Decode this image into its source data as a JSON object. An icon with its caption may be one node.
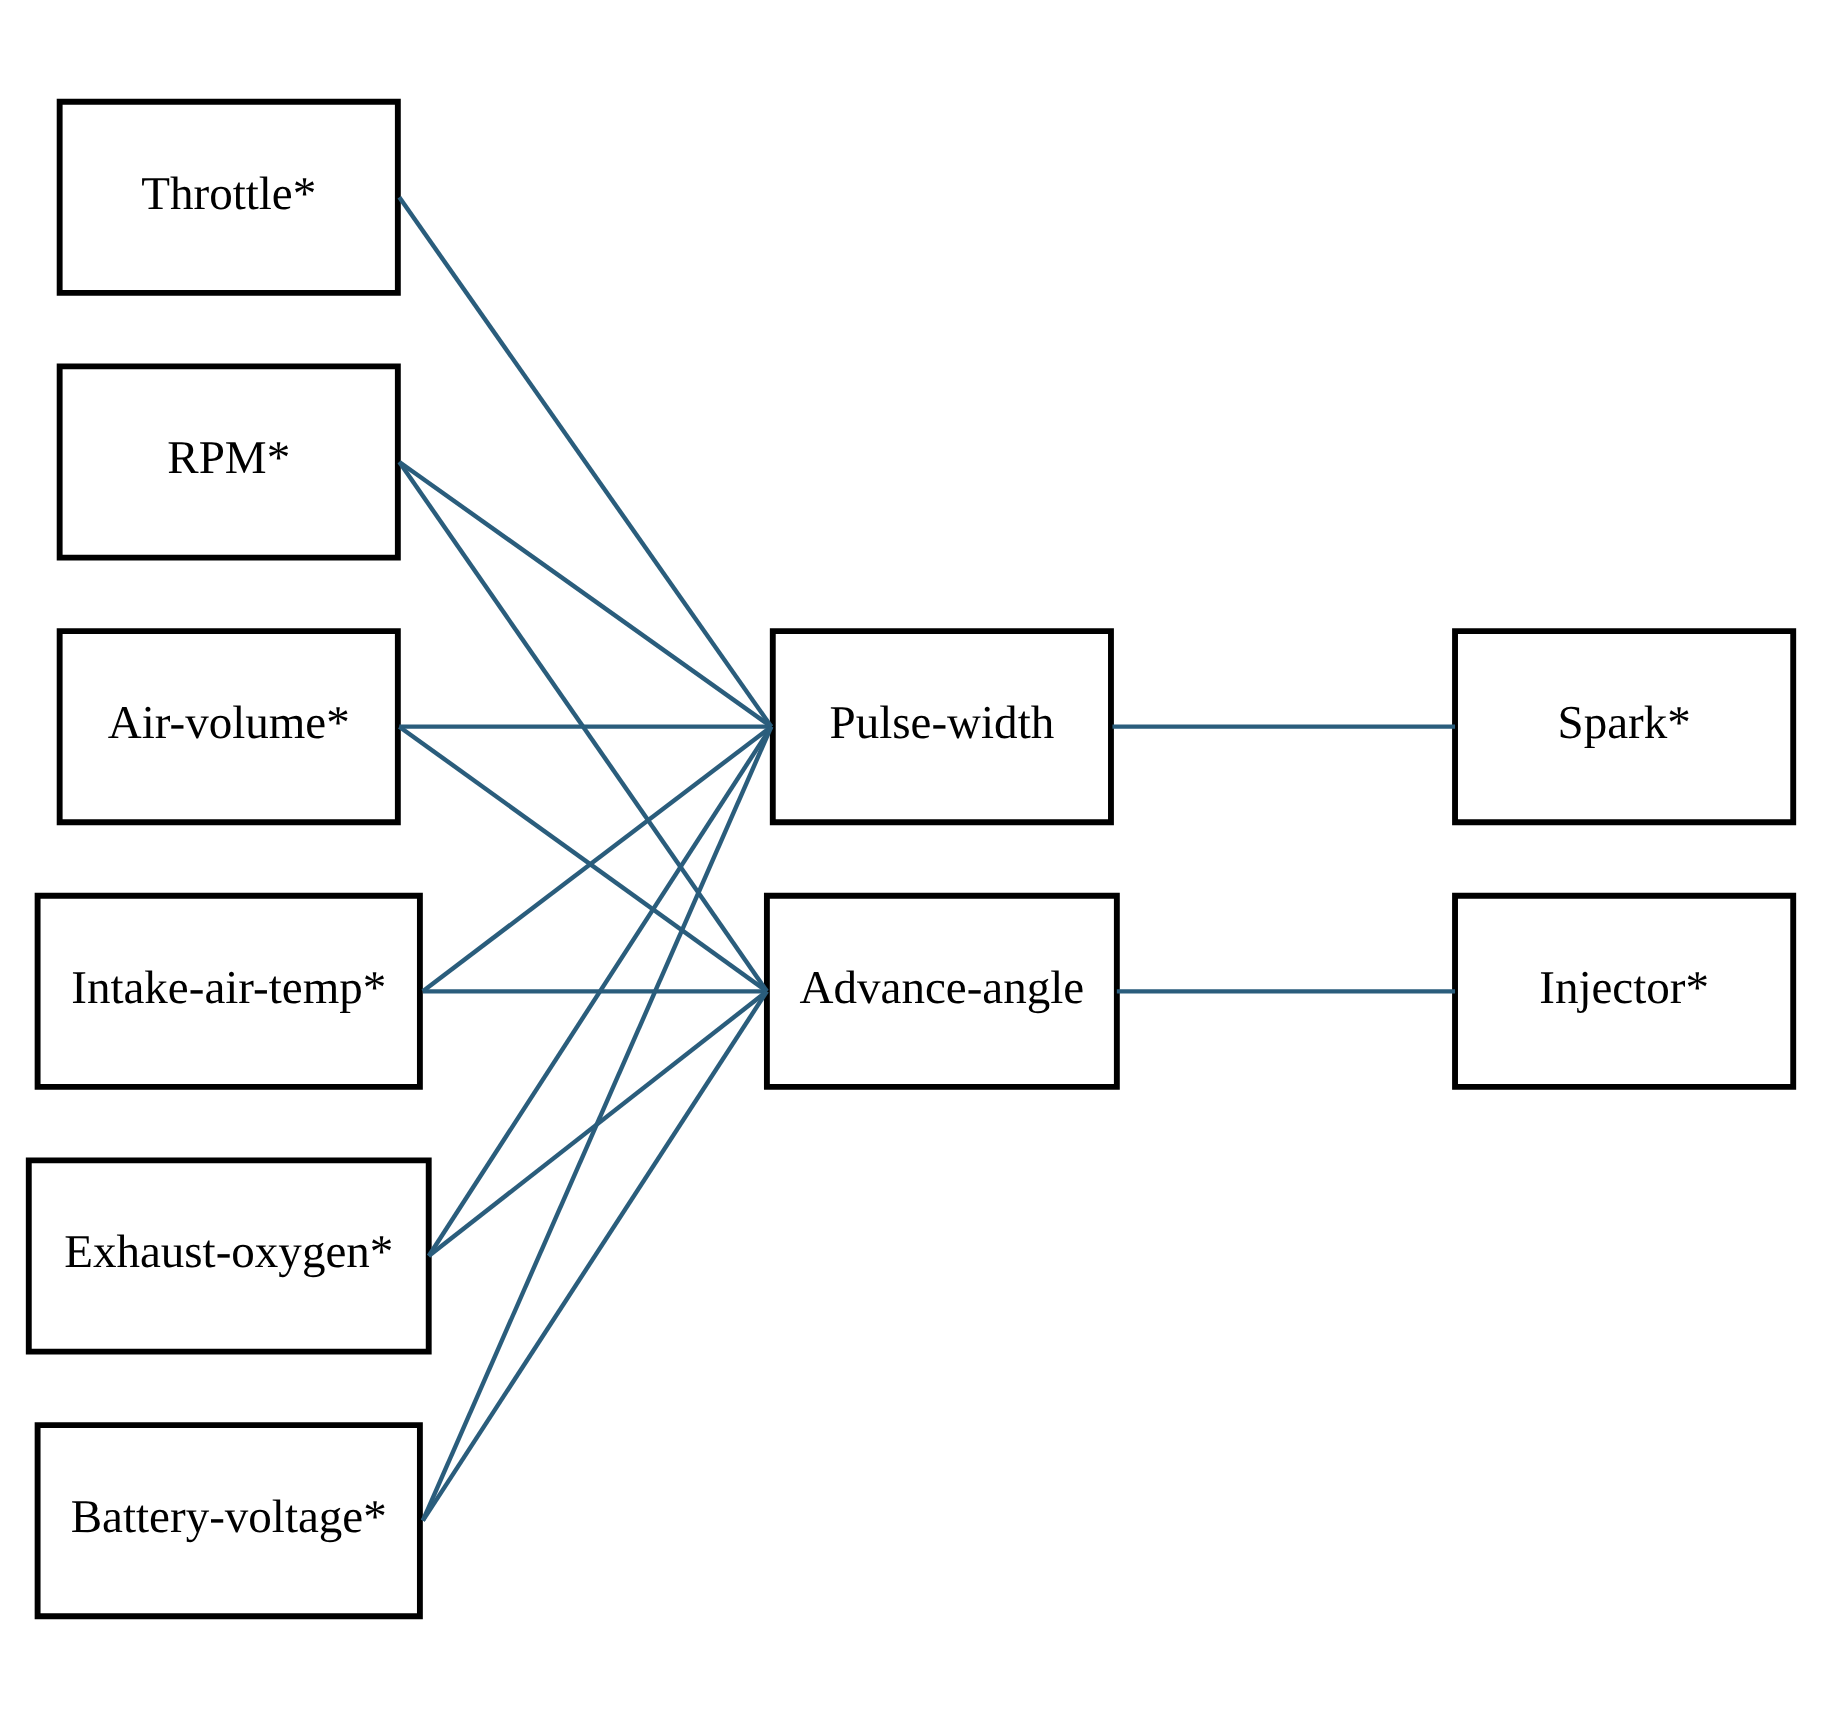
{
  "diagram": {
    "nodes": [
      {
        "text": [
          "Throttle*"
        ]
      },
      {
        "text": [
          "Pulse-width"
        ]
      },
      {
        "text": [
          "Spark*"
        ]
      },
      {
        "text": [
          "RPM*"
        ]
      },
      {
        "text": [
          "Advance-angle"
        ]
      },
      {
        "text": [
          "Injector*"
        ]
      },
      {
        "text": [
          "Air-volume*"
        ]
      },
      {
        "text": [
          "Intake-air-temp*"
        ]
      },
      {
        "text": [
          "Exhaust-oxygen*"
        ]
      },
      {
        "text": [
          "Battery-voltage*"
        ]
      }
    ],
    "edges": [
      {
        "from": 0,
        "to": 1,
        "arrow": "none"
      },
      {
        "from": 3,
        "to": 1,
        "arrow": "none"
      },
      {
        "from": 3,
        "to": 4,
        "arrow": "none"
      },
      {
        "from": 6,
        "to": 1,
        "arrow": "none"
      },
      {
        "from": 6,
        "to": 4,
        "arrow": "none"
      },
      {
        "from": 7,
        "to": 1,
        "arrow": "none"
      },
      {
        "from": 7,
        "to": 4,
        "arrow": "none"
      },
      {
        "from": 8,
        "to": 1,
        "arrow": "none"
      },
      {
        "from": 8,
        "to": 4,
        "arrow": "none"
      },
      {
        "from": 9,
        "to": 1,
        "arrow": "none"
      },
      {
        "from": 9,
        "to": 4,
        "arrow": "none"
      },
      {
        "from": 1,
        "to": 2,
        "arrow": "none"
      },
      {
        "from": 4,
        "to": 5,
        "arrow": "none"
      }
    ]
  }
}
